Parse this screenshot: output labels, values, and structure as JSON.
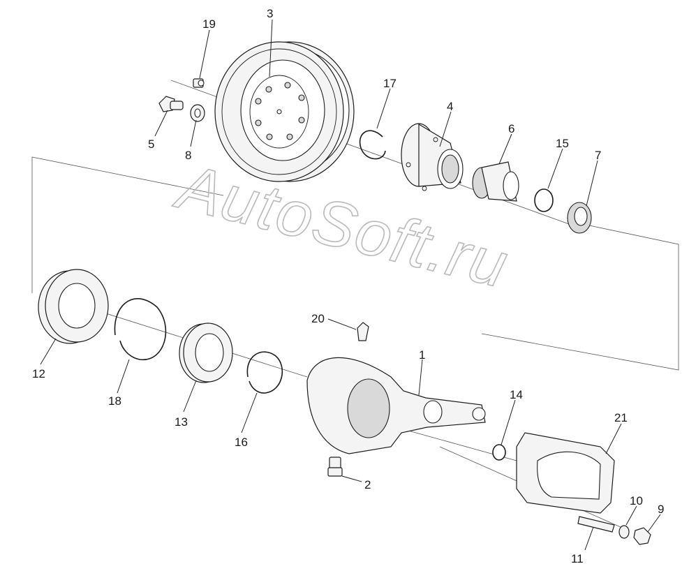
{
  "watermark": "AutoSoft.ru",
  "callouts": {
    "c1": "1",
    "c2": "2",
    "c3": "3",
    "c4": "4",
    "c5": "5",
    "c6": "6",
    "c7": "7",
    "c8": "8",
    "c9": "9",
    "c10": "10",
    "c11": "11",
    "c12": "12",
    "c13": "13",
    "c14": "14",
    "c15": "15",
    "c16": "16",
    "c17": "17",
    "c18": "18",
    "c19": "19",
    "c20": "20",
    "c21": "21"
  }
}
